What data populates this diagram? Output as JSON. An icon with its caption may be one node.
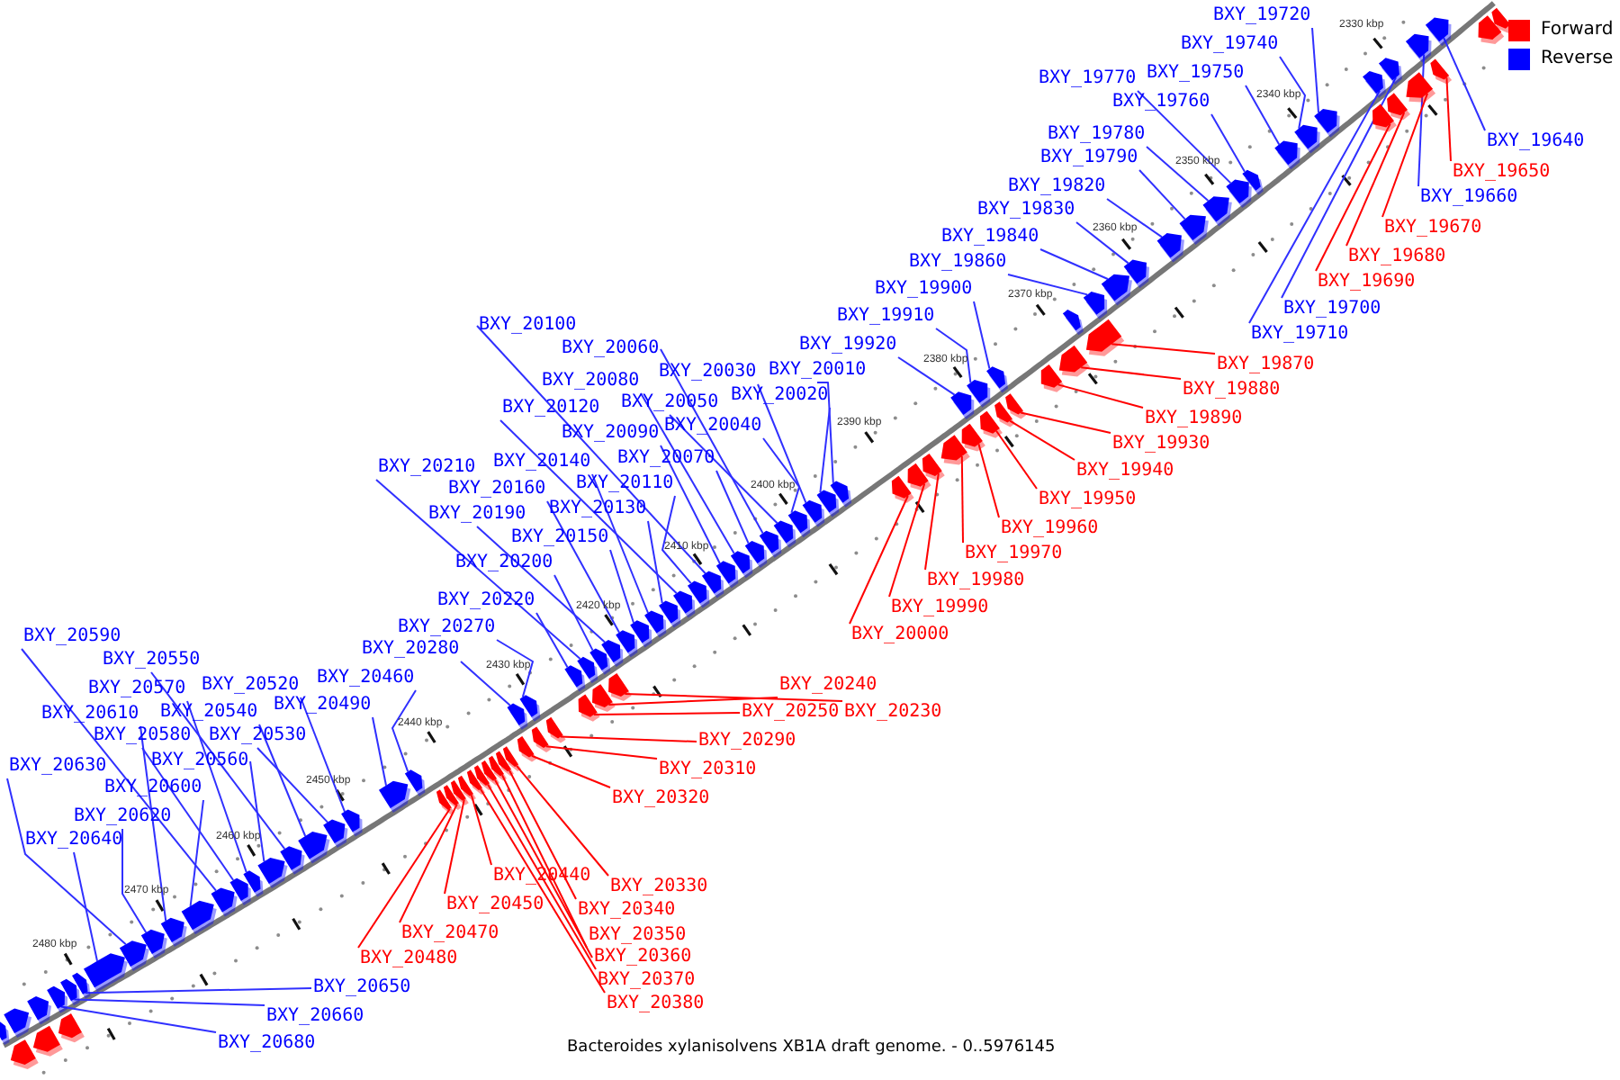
{
  "diagram": {
    "caption": "Bacteroides xylanisolvens XB1A draft genome. - 0..5976145",
    "nodes": [
      {
        "text": [
          "BXY_19720"
        ]
      },
      {
        "text": [
          "BXY_19740"
        ]
      },
      {
        "text": [
          "BXY_19750"
        ]
      },
      {
        "text": [
          "BXY_19770"
        ]
      },
      {
        "text": [
          "BXY_19760"
        ]
      },
      {
        "text": [
          "BXY_19780"
        ]
      },
      {
        "text": [
          "BXY_19640"
        ]
      },
      {
        "text": [
          "BXY_19790"
        ]
      },
      {
        "text": [
          "BXY_19650"
        ]
      },
      {
        "text": [
          "BXY_19820"
        ]
      },
      {
        "text": [
          "BXY_19660"
        ]
      },
      {
        "text": [
          "BXY_19830"
        ]
      },
      {
        "text": [
          "BXY_19670"
        ]
      },
      {
        "text": [
          "BXY_19840"
        ]
      },
      {
        "text": [
          "BXY_19680"
        ]
      },
      {
        "text": [
          "BXY_19860"
        ]
      },
      {
        "text": [
          "BXY_19690"
        ]
      },
      {
        "text": [
          "BXY_19900"
        ]
      },
      {
        "text": [
          "BXY_19700"
        ]
      },
      {
        "text": [
          "BXY_19910"
        ]
      },
      {
        "text": [
          "BXY_20100"
        ]
      },
      {
        "text": [
          "BXY_19710"
        ]
      },
      {
        "text": [
          "BXY_19920"
        ]
      },
      {
        "text": [
          "BXY_20060"
        ]
      },
      {
        "text": [
          "BXY_19870"
        ]
      },
      {
        "text": [
          "BXY_20010"
        ]
      },
      {
        "text": [
          "BXY_20030"
        ]
      },
      {
        "text": [
          "BXY_20080"
        ]
      },
      {
        "text": [
          "BXY_19880"
        ]
      },
      {
        "text": [
          "BXY_20020"
        ]
      },
      {
        "text": [
          "BXY_20050"
        ]
      },
      {
        "text": [
          "BXY_20120"
        ]
      },
      {
        "text": [
          "BXY_19890"
        ]
      },
      {
        "text": [
          "BXY_20040"
        ]
      },
      {
        "text": [
          "BXY_20090"
        ]
      },
      {
        "text": [
          "BXY_19930"
        ]
      },
      {
        "text": [
          "BXY_20070"
        ]
      },
      {
        "text": [
          "BXY_20140"
        ]
      },
      {
        "text": [
          "BXY_20210"
        ]
      },
      {
        "text": [
          "BXY_19940"
        ]
      },
      {
        "text": [
          "BXY_20110"
        ]
      },
      {
        "text": [
          "BXY_20160"
        ]
      },
      {
        "text": [
          "BXY_19950"
        ]
      },
      {
        "text": [
          "BXY_20130"
        ]
      },
      {
        "text": [
          "BXY_20190"
        ]
      },
      {
        "text": [
          "BXY_19960"
        ]
      },
      {
        "text": [
          "BXY_20150"
        ]
      },
      {
        "text": [
          "BXY_19970"
        ]
      },
      {
        "text": [
          "BXY_20200"
        ]
      },
      {
        "text": [
          "BXY_19980"
        ]
      },
      {
        "text": [
          "BXY_20220"
        ]
      },
      {
        "text": [
          "BXY_19990"
        ]
      },
      {
        "text": [
          "BXY_20270"
        ]
      },
      {
        "text": [
          "BXY_20000"
        ]
      },
      {
        "text": [
          "BXY_20590"
        ]
      },
      {
        "text": [
          "BXY_20280"
        ]
      },
      {
        "text": [
          "BXY_20550"
        ]
      },
      {
        "text": [
          "BXY_20460"
        ]
      },
      {
        "text": [
          "BXY_20520"
        ]
      },
      {
        "text": [
          "BXY_20240"
        ]
      },
      {
        "text": [
          "BXY_20570"
        ]
      },
      {
        "text": [
          "BXY_20490"
        ]
      },
      {
        "text": [
          "BXY_20540"
        ]
      },
      {
        "text": [
          "BXY_20250"
        ]
      },
      {
        "text": [
          "BXY_20230"
        ]
      },
      {
        "text": [
          "BXY_20610"
        ]
      },
      {
        "text": [
          "BXY_20530"
        ]
      },
      {
        "text": [
          "BXY_20580"
        ]
      },
      {
        "text": [
          "BXY_20290"
        ]
      },
      {
        "text": [
          "BXY_20560"
        ]
      },
      {
        "text": [
          "BXY_20630"
        ]
      },
      {
        "text": [
          "BXY_20310"
        ]
      },
      {
        "text": [
          "BXY_20600"
        ]
      },
      {
        "text": [
          "BXY_20320"
        ]
      },
      {
        "text": [
          "BXY_20620"
        ]
      },
      {
        "text": [
          "BXY_20640"
        ]
      },
      {
        "text": [
          "BXY_20440"
        ]
      },
      {
        "text": [
          "BXY_20330"
        ]
      },
      {
        "text": [
          "BXY_20450"
        ]
      },
      {
        "text": [
          "BXY_20340"
        ]
      },
      {
        "text": [
          "BXY_20470"
        ]
      },
      {
        "text": [
          "BXY_20350"
        ]
      },
      {
        "text": [
          "BXY_20480"
        ]
      },
      {
        "text": [
          "BXY_20360"
        ]
      },
      {
        "text": [
          "BXY_20370"
        ]
      },
      {
        "text": [
          "BXY_20650"
        ]
      },
      {
        "text": [
          "BXY_20380"
        ]
      },
      {
        "text": [
          "BXY_20660"
        ]
      },
      {
        "text": [
          "BXY_20680"
        ]
      },
      {
        "text": [],
        "shape": "pentagon"
      },
      {
        "text": [],
        "shape": "pentagon"
      },
      {
        "text": [],
        "shape": "pentagon"
      },
      {
        "text": [],
        "shape": "pentagon"
      },
      {
        "text": [],
        "shape": "pentagon"
      },
      {
        "text": [],
        "shape": "pentagon"
      },
      {
        "text": [],
        "shape": "pentagon"
      },
      {
        "text": [],
        "shape": "pentagon"
      },
      {
        "text": [],
        "shape": "pentagon"
      },
      {
        "text": [],
        "shape": "pentagon"
      },
      {
        "text": [],
        "shape": "pentagon"
      },
      {
        "text": [],
        "shape": "pentagon"
      },
      {
        "text": [],
        "shape": "pentagon"
      },
      {
        "text": [],
        "shape": "pentagon"
      },
      {
        "text": [],
        "shape": "pentagon"
      },
      {
        "text": [],
        "shape": "pentagon"
      },
      {
        "text": [],
        "shape": "pentagon"
      },
      {
        "text": [],
        "shape": "pentagon"
      },
      {
        "text": [],
        "shape": "pentagon"
      },
      {
        "text": [],
        "shape": "pentagon"
      },
      {
        "text": [],
        "shape": "pentagon"
      },
      {
        "text": [],
        "shape": "pentagon"
      },
      {
        "text": [],
        "shape": "pentagon"
      },
      {
        "text": [],
        "shape": "pentagon"
      },
      {
        "text": [],
        "shape": "pentagon"
      },
      {
        "text": [],
        "shape": "pentagon"
      },
      {
        "text": [],
        "shape": "pentagon"
      },
      {
        "text": [],
        "shape": "pentagon"
      },
      {
        "text": [],
        "shape": "pentagon"
      },
      {
        "text": [],
        "shape": "pentagon"
      },
      {
        "text": [],
        "shape": "pentagon"
      },
      {
        "text": [],
        "shape": "pentagon"
      },
      {
        "text": [],
        "shape": "pentagon"
      },
      {
        "text": [],
        "shape": "pentagon"
      },
      {
        "text": [],
        "shape": "pentagon"
      },
      {
        "text": [],
        "shape": "pentagon"
      },
      {
        "text": [],
        "shape": "pentagon"
      },
      {
        "text": [],
        "shape": "pentagon"
      },
      {
        "text": [],
        "shape": "pentagon"
      },
      {
        "text": [],
        "shape": "pentagon"
      },
      {
        "text": [],
        "shape": "pentagon"
      },
      {
        "text": [],
        "shape": "pentagon"
      },
      {
        "text": [],
        "shape": "pentagon"
      },
      {
        "text": [],
        "shape": "pentagon"
      },
      {
        "text": [],
        "shape": "pentagon"
      },
      {
        "text": [],
        "shape": "pentagon"
      },
      {
        "text": [],
        "shape": "pentagon"
      },
      {
        "text": [],
        "shape": "pentagon"
      },
      {
        "text": [],
        "shape": "pentagon"
      },
      {
        "text": [],
        "shape": "pentagon"
      },
      {
        "text": [],
        "shape": "pentagon"
      },
      {
        "text": [],
        "shape": "pentagon"
      },
      {
        "text": [],
        "shape": "pentagon"
      },
      {
        "text": [],
        "shape": "pentagon"
      },
      {
        "text": [],
        "shape": "pentagon"
      },
      {
        "text": [],
        "shape": "pentagon"
      },
      {
        "text": [],
        "shape": "pentagon"
      },
      {
        "text": [],
        "shape": "pentagon"
      },
      {
        "text": [],
        "shape": "pentagon"
      },
      {
        "text": [],
        "shape": "pentagon"
      },
      {
        "text": [],
        "shape": "pentagon"
      },
      {
        "text": [],
        "shape": "pentagon"
      },
      {
        "text": [],
        "shape": "pentagon"
      },
      {
        "text": [],
        "shape": "pentagon"
      },
      {
        "text": [],
        "shape": "pentagon"
      },
      {
        "text": [],
        "shape": "pentagon"
      },
      {
        "text": [],
        "shape": "pentagon"
      },
      {
        "text": [],
        "shape": "pentagon"
      },
      {
        "text": [],
        "shape": "pentagon"
      },
      {
        "text": [],
        "shape": "pentagon"
      },
      {
        "text": [],
        "shape": "pentagon"
      },
      {
        "text": [],
        "shape": "pentagon"
      },
      {
        "text": [],
        "shape": "pentagon"
      },
      {
        "text": [],
        "shape": "pentagon"
      },
      {
        "text": [],
        "shape": "pentagon"
      },
      {
        "text": [],
        "shape": "pentagon"
      },
      {
        "text": [],
        "shape": "pentagon"
      },
      {
        "text": [],
        "shape": "pentagon"
      },
      {
        "text": [],
        "shape": "pentagon"
      },
      {
        "text": [],
        "shape": "pentagon"
      },
      {
        "text": [],
        "shape": "pentagon"
      },
      {
        "text": [],
        "shape": "pentagon"
      },
      {
        "text": [],
        "shape": "pentagon"
      },
      {
        "text": [],
        "shape": "pentagon"
      },
      {
        "text": [],
        "shape": "pentagon"
      },
      {
        "text": [],
        "shape": "pentagon"
      },
      {
        "text": [],
        "shape": "pentagon"
      },
      {
        "text": [],
        "shape": "pentagon"
      },
      {
        "text": [],
        "shape": "pentagon"
      },
      {
        "text": [],
        "shape": "pentagon"
      },
      {
        "text": [],
        "shape": "pentagon"
      },
      {
        "text": [],
        "shape": "pentagon"
      },
      {
        "text": [],
        "shape": "pentagon"
      },
      {
        "text": [],
        "shape": "pentagon"
      },
      {
        "text": [],
        "shape": "pentagon"
      },
      {
        "text": [],
        "shape": "pentagon"
      },
      {
        "text": [],
        "shape": "pentagon"
      },
      {
        "text": [],
        "shape": "pentagon"
      }
    ],
    "edges": [
      {
        "from": 0,
        "to": 176,
        "arrow": "none"
      },
      {
        "from": 1,
        "to": 175,
        "arrow": "none"
      },
      {
        "from": 2,
        "to": 174,
        "arrow": "none"
      },
      {
        "from": 3,
        "to": 172,
        "arrow": "none"
      },
      {
        "from": 4,
        "to": 173,
        "arrow": "none"
      },
      {
        "from": 5,
        "to": 171,
        "arrow": "none"
      },
      {
        "from": 6,
        "to": 184,
        "arrow": "none"
      },
      {
        "from": 7,
        "to": 170,
        "arrow": "none"
      },
      {
        "from": 8,
        "to": 182,
        "arrow": "none",
        "color": "#ff0000"
      },
      {
        "from": 9,
        "to": 169,
        "arrow": "none"
      },
      {
        "from": 10,
        "to": 183,
        "arrow": "none"
      },
      {
        "from": 11,
        "to": 168,
        "arrow": "none"
      },
      {
        "from": 12,
        "to": 181,
        "arrow": "none",
        "color": "#ff0000"
      },
      {
        "from": 13,
        "to": 167,
        "arrow": "none"
      },
      {
        "from": 14,
        "to": 178,
        "arrow": "none",
        "color": "#ff0000"
      },
      {
        "from": 15,
        "to": 166,
        "arrow": "none"
      },
      {
        "from": 16,
        "to": 177,
        "arrow": "none",
        "color": "#ff0000"
      },
      {
        "from": 17,
        "to": 161,
        "arrow": "none"
      },
      {
        "from": 18,
        "to": 180,
        "arrow": "none"
      },
      {
        "from": 19,
        "to": 158,
        "arrow": "none"
      },
      {
        "from": 20,
        "to": 141,
        "arrow": "none"
      },
      {
        "from": 21,
        "to": 179,
        "arrow": "none"
      },
      {
        "from": 22,
        "to": 156,
        "arrow": "none"
      },
      {
        "from": 23,
        "to": 145,
        "arrow": "none"
      },
      {
        "from": 24,
        "to": 165,
        "arrow": "none",
        "color": "#ff0000"
      },
      {
        "from": 25,
        "to": 150,
        "arrow": "none"
      },
      {
        "from": 26,
        "to": 148,
        "arrow": "none"
      },
      {
        "from": 27,
        "to": 143,
        "arrow": "none"
      },
      {
        "from": 28,
        "to": 163,
        "arrow": "none",
        "color": "#ff0000"
      },
      {
        "from": 29,
        "to": 149,
        "arrow": "none"
      },
      {
        "from": 30,
        "to": 146,
        "arrow": "none"
      },
      {
        "from": 31,
        "to": 139,
        "arrow": "none"
      },
      {
        "from": 32,
        "to": 162,
        "arrow": "none",
        "color": "#ff0000"
      },
      {
        "from": 33,
        "to": 147,
        "arrow": "none"
      },
      {
        "from": 34,
        "to": 142,
        "arrow": "none"
      },
      {
        "from": 35,
        "to": 160,
        "arrow": "none",
        "color": "#ff0000"
      },
      {
        "from": 36,
        "to": 144,
        "arrow": "none"
      },
      {
        "from": 37,
        "to": 137,
        "arrow": "none"
      },
      {
        "from": 38,
        "to": 131,
        "arrow": "none"
      },
      {
        "from": 39,
        "to": 159,
        "arrow": "none",
        "color": "#ff0000"
      },
      {
        "from": 40,
        "to": 140,
        "arrow": "none"
      },
      {
        "from": 41,
        "to": 135,
        "arrow": "none"
      },
      {
        "from": 42,
        "to": 157,
        "arrow": "none",
        "color": "#ff0000"
      },
      {
        "from": 43,
        "to": 138,
        "arrow": "none"
      },
      {
        "from": 44,
        "to": 134,
        "arrow": "none"
      },
      {
        "from": 45,
        "to": 155,
        "arrow": "none",
        "color": "#ff0000"
      },
      {
        "from": 46,
        "to": 136,
        "arrow": "none"
      },
      {
        "from": 47,
        "to": 154,
        "arrow": "none",
        "color": "#ff0000"
      },
      {
        "from": 48,
        "to": 133,
        "arrow": "none"
      },
      {
        "from": 49,
        "to": 153,
        "arrow": "none",
        "color": "#ff0000"
      },
      {
        "from": 50,
        "to": 129,
        "arrow": "none"
      },
      {
        "from": 51,
        "to": 152,
        "arrow": "none",
        "color": "#ff0000"
      },
      {
        "from": 52,
        "to": 126,
        "arrow": "none"
      },
      {
        "from": 53,
        "to": 151,
        "arrow": "none",
        "color": "#ff0000"
      },
      {
        "from": 54,
        "to": 103,
        "arrow": "none"
      },
      {
        "from": 55,
        "to": 124,
        "arrow": "none"
      },
      {
        "from": 56,
        "to": 107,
        "arrow": "none"
      },
      {
        "from": 57,
        "to": 112,
        "arrow": "none"
      },
      {
        "from": 58,
        "to": 110,
        "arrow": "none"
      },
      {
        "from": 59,
        "to": 130,
        "arrow": "none",
        "color": "#ff0000"
      },
      {
        "from": 60,
        "to": 105,
        "arrow": "none"
      },
      {
        "from": 61,
        "to": 111,
        "arrow": "none"
      },
      {
        "from": 62,
        "to": 108,
        "arrow": "none"
      },
      {
        "from": 63,
        "to": 128,
        "arrow": "none",
        "color": "#ff0000"
      },
      {
        "from": 64,
        "to": 132,
        "arrow": "none",
        "color": "#ff0000"
      },
      {
        "from": 65,
        "to": 101,
        "arrow": "none"
      },
      {
        "from": 66,
        "to": 109,
        "arrow": "none"
      },
      {
        "from": 67,
        "to": 104,
        "arrow": "none"
      },
      {
        "from": 68,
        "to": 127,
        "arrow": "none",
        "color": "#ff0000"
      },
      {
        "from": 69,
        "to": 106,
        "arrow": "none"
      },
      {
        "from": 70,
        "to": 99,
        "arrow": "none"
      },
      {
        "from": 71,
        "to": 125,
        "arrow": "none",
        "color": "#ff0000"
      },
      {
        "from": 72,
        "to": 102,
        "arrow": "none"
      },
      {
        "from": 73,
        "to": 123,
        "arrow": "none",
        "color": "#ff0000"
      },
      {
        "from": 74,
        "to": 100,
        "arrow": "none"
      },
      {
        "from": 75,
        "to": 98,
        "arrow": "none"
      },
      {
        "from": 76,
        "to": 116,
        "arrow": "none",
        "color": "#ff0000"
      },
      {
        "from": 77,
        "to": 122,
        "arrow": "none",
        "color": "#ff0000"
      },
      {
        "from": 78,
        "to": 115,
        "arrow": "none",
        "color": "#ff0000"
      },
      {
        "from": 79,
        "to": 121,
        "arrow": "none",
        "color": "#ff0000"
      },
      {
        "from": 80,
        "to": 114,
        "arrow": "none",
        "color": "#ff0000"
      },
      {
        "from": 81,
        "to": 120,
        "arrow": "none",
        "color": "#ff0000"
      },
      {
        "from": 82,
        "to": 113,
        "arrow": "none",
        "color": "#ff0000"
      },
      {
        "from": 83,
        "to": 119,
        "arrow": "none",
        "color": "#ff0000"
      },
      {
        "from": 84,
        "to": 118,
        "arrow": "none",
        "color": "#ff0000"
      },
      {
        "from": 85,
        "to": 97,
        "arrow": "none"
      },
      {
        "from": 86,
        "to": 117,
        "arrow": "none",
        "color": "#ff0000"
      },
      {
        "from": 87,
        "to": 96,
        "arrow": "none"
      },
      {
        "from": 88,
        "to": 95,
        "arrow": "none"
      }
    ],
    "labels": [
      "2330 kbp",
      "2340 kbp",
      "2350 kbp",
      "2360 kbp",
      "2370 kbp",
      "2380 kbp",
      "2390 kbp",
      "2400 kbp",
      "2410 kbp",
      "2420 kbp",
      "2430 kbp",
      "2440 kbp",
      "2450 kbp",
      "2460 kbp",
      "2470 kbp",
      "2480 kbp"
    ],
    "legend": [
      {
        "text": "Forward",
        "color": "#ff0000"
      },
      {
        "text": "Reverse",
        "color": "#0000ff"
      }
    ]
  }
}
